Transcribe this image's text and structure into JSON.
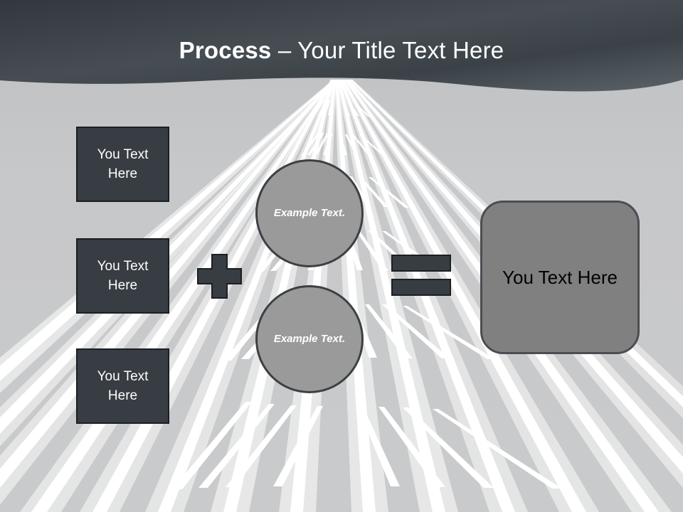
{
  "slide": {
    "title": {
      "bold_part": "Process",
      "rest": " – Your Title Text Here",
      "full": "Process – Your Title Text Here"
    },
    "background": {
      "description": "grayscale-highway-perspective",
      "road_color": "#c6c7c8",
      "lane_marking_color": "#ffffff"
    },
    "header": {
      "gradient_from": "#32383d",
      "gradient_to": "#5b6369",
      "title_color": "#ffffff"
    }
  },
  "inputs": [
    {
      "label": "You Text Here",
      "fill": "#373d43",
      "text_color": "#ffffff"
    },
    {
      "label": "You Text Here",
      "fill": "#373d43",
      "text_color": "#ffffff"
    },
    {
      "label": "You Text Here",
      "fill": "#373d43",
      "text_color": "#ffffff"
    }
  ],
  "operators": {
    "plus": {
      "symbol": "+",
      "name": "plus-sign",
      "color": "#373d43"
    },
    "equals": {
      "symbol": "=",
      "name": "equals-sign",
      "color": "#373d43"
    }
  },
  "circles": [
    {
      "label": "Example Text.",
      "fill": "#9a9a9a",
      "text_color": "#ffffff"
    },
    {
      "label": "Example Text.",
      "fill": "#9a9a9a",
      "text_color": "#ffffff"
    }
  ],
  "result": {
    "label": "You Text Here",
    "fill": "#808080",
    "text_color": "#000000"
  }
}
